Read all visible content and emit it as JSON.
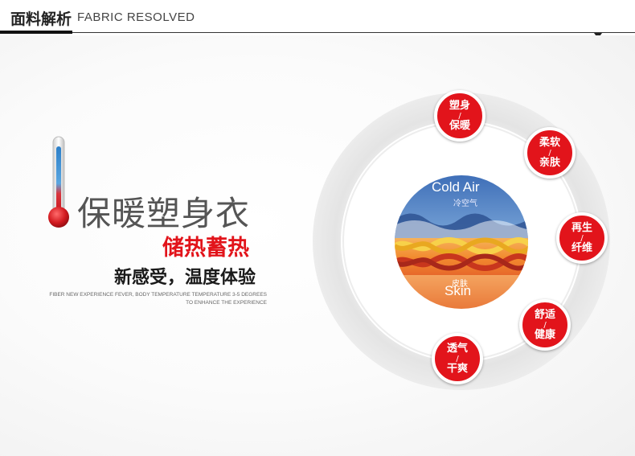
{
  "header": {
    "title_cn": "面料解析",
    "title_en": "FABRIC RESOLVED"
  },
  "hero": {
    "title": "保暖塑身衣",
    "subtitle_red": "储热蓄热",
    "subtitle_black": "新感受，温度体验",
    "english_line1": "FIBER NEW EXPERIENCE FEVER, BODY TEMPERATURE TEMPERATURE 3-5 DEGREES",
    "english_line2": "TO ENHANCE THE EXPERIENCE"
  },
  "diagram": {
    "cold_air": "Cold Air",
    "cold_air_cn": "冷空气",
    "skin": "Skin",
    "skin_cn": "皮肤",
    "badges": [
      {
        "top": "塑身",
        "sep": "/",
        "bottom": "保暖"
      },
      {
        "top": "柔软",
        "sep": "/",
        "bottom": "亲肤"
      },
      {
        "top": "再生",
        "sep": "/",
        "bottom": "纤维"
      },
      {
        "top": "舒适",
        "sep": "/",
        "bottom": "健康"
      },
      {
        "top": "透气",
        "sep": "/",
        "bottom": "干爽"
      }
    ]
  },
  "colors": {
    "accent_red": "#e2141b",
    "ring_gray": "#e6e6e6"
  }
}
